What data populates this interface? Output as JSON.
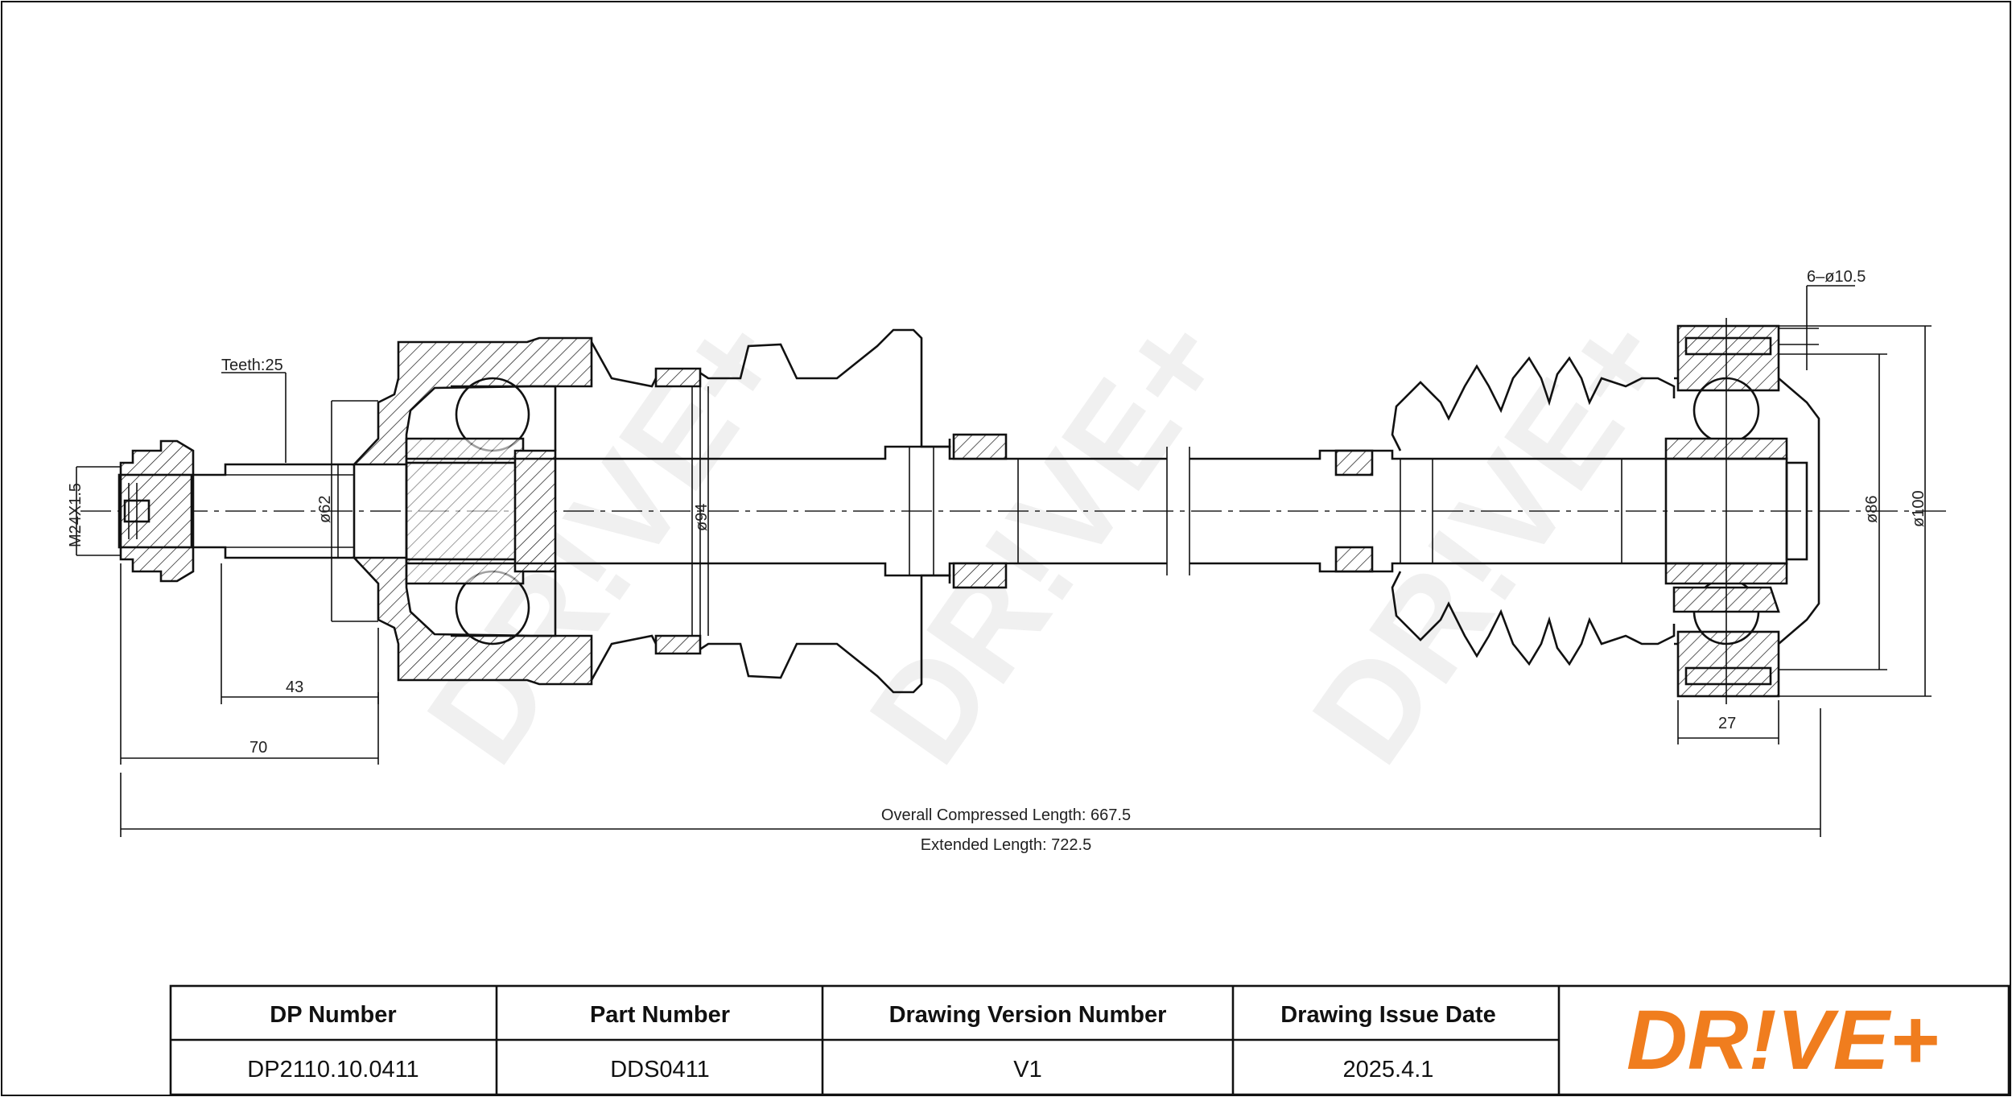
{
  "drawing": {
    "labels": {
      "teeth": "Teeth:25",
      "thread": "M24X1.5",
      "dia_62": "ø62",
      "dia_94": "ø94",
      "dia_86": "ø86",
      "dia_100": "ø100",
      "bolt_holes": "6–ø10.5",
      "dim_43": "43",
      "dim_70": "70",
      "dim_27": "27",
      "overall_compressed": "Overall  Compressed  Length: 667.5",
      "extended": "Extended  Length: 722.5"
    }
  },
  "title_block": {
    "headers": [
      "DP Number",
      "Part Number",
      "Drawing Version Number",
      "Drawing Issue Date"
    ],
    "values": [
      "DP2110.10.0411",
      "DDS0411",
      "V1",
      "2025.4.1"
    ],
    "logo_text": "DR!VE+",
    "logo_color": "#f07d1e"
  },
  "watermark": "DR!VE+"
}
